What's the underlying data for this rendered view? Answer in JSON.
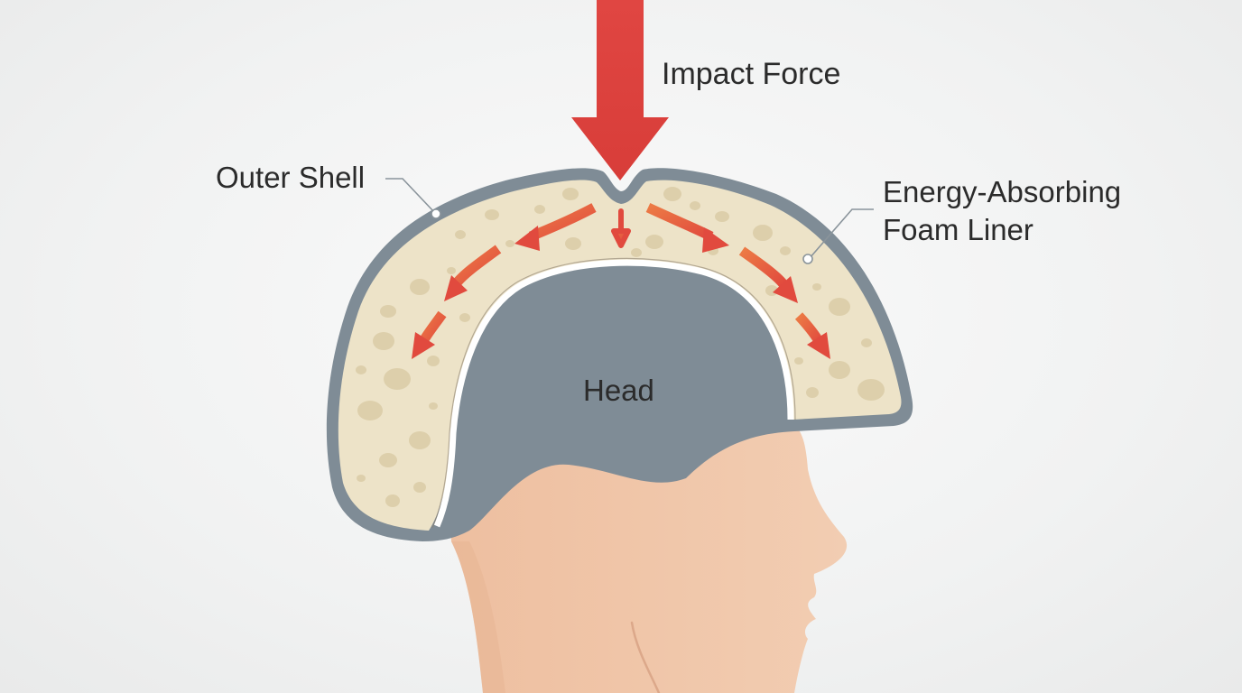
{
  "labels": {
    "impact_force": "Impact Force",
    "outer_shell": "Outer Shell",
    "foam_liner_line1": "Energy-Absorbing",
    "foam_liner_line2": "Foam Liner",
    "head": "Head"
  },
  "colors": {
    "background": "#f3f4f4",
    "skin": "#f0c9ad",
    "skin_shade": "#e9b997",
    "foam": "#ede3c8",
    "foam_spots": "#ddcfab",
    "shell": "#7f8c96",
    "arrow_red": "#df4440",
    "arrow_orange": "#e8603f",
    "leader_line": "#8a949b"
  },
  "icons": {
    "impact_arrow": "arrow-down-icon",
    "energy_arrows": "curved-arrow-icon"
  }
}
